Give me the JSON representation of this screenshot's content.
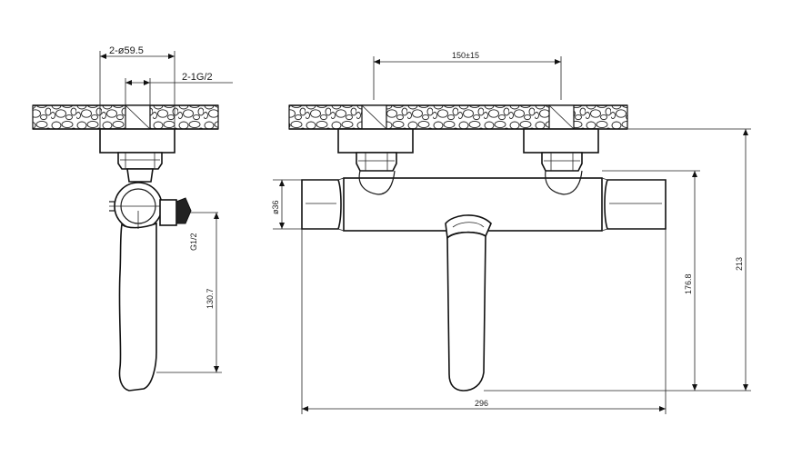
{
  "dimensions": {
    "side_pipe_spacing": "2-ø59.5",
    "side_thread": "2-1G/2",
    "side_outlet_thread": "G1/2",
    "side_height": "130.7",
    "inlet_spacing": "150±15",
    "body_diameter": "ø36",
    "spout_height": "176.8",
    "total_height": "213",
    "total_width": "296"
  },
  "colors": {
    "line": "#1a1a1a",
    "background": "#ffffff"
  }
}
